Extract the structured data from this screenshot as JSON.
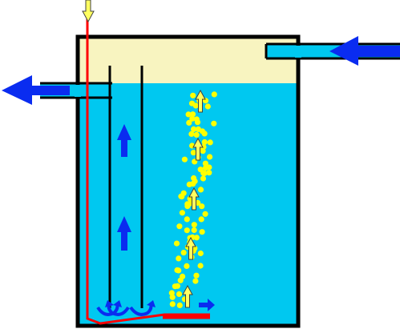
{
  "colors": {
    "background": "#ffffff",
    "tank_outline": "#000000",
    "air_space": "#f8f4c0",
    "water": "#00c8f0",
    "flow_arrow": "#0a2cf0",
    "air_line": "#ff0000",
    "bubble": "#ffff00",
    "bubble_arrow_fill": "#ffff60",
    "bubble_arrow_outline": "#404040"
  },
  "icons": {
    "inlet_arrow": "left-arrow-icon",
    "outlet_arrow": "left-arrow-icon",
    "air_feed_arrow": "down-arrow-icon",
    "riser_flow_arrows": "up-arrow-icon",
    "swirl_arrows": "curved-arrow-icon",
    "bubble_arrows": "up-arrow-icon"
  },
  "diagram": {
    "riser_upflow_arrow_count": 2,
    "bubble_rise_arrow_count": 5,
    "bottom_swirl_count": 3
  }
}
